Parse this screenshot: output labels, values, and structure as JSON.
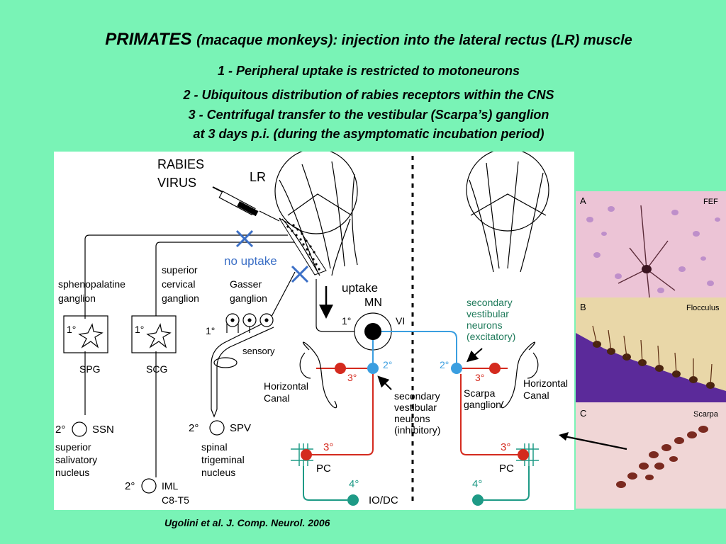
{
  "header": {
    "title_main": "PRIMATES",
    "title_sub": "(macaque monkeys): injection into the lateral rectus (LR) muscle",
    "line1": "1 - Peripheral uptake is restricted to motoneurons",
    "line2": "2 - Ubiquitous distribution of rabies receptors within the CNS",
    "line3": "3 - Centrifugal transfer to the vestibular (Scarpa’s) ganglion",
    "line4": "at 3 days p.i. (during the asymptomatic incubation period)"
  },
  "diagram": {
    "rabies": "RABIES",
    "virus": "VIRUS",
    "lr": "LR",
    "no_uptake": "no uptake",
    "uptake": "uptake",
    "mn": "MN",
    "vi": "VI",
    "first_deg": "1°",
    "second_deg": "2°",
    "third_deg": "3°",
    "fourth_deg": "4°",
    "spheno_1": "sphenopalatine",
    "spheno_2": "ganglion",
    "sup_cerv_1": "superior",
    "sup_cerv_2": "cervical",
    "sup_cerv_3": "ganglion",
    "gasser_1": "Gasser",
    "gasser_2": "ganglion",
    "spg": "SPG",
    "scg": "SCG",
    "sensory": "sensory",
    "ssn": "SSN",
    "ssn_1": "superior",
    "ssn_2": "salivatory",
    "ssn_3": "nucleus",
    "spv": "SPV",
    "spv_1": "spinal",
    "spv_2": "trigeminal",
    "spv_3": "nucleus",
    "iml": "IML",
    "c8t5": "C8-T5",
    "horiz": "Horizontal",
    "canal": "Canal",
    "inhib_1": "secondary",
    "inhib_2": "vestibular",
    "inhib_3": "neurons",
    "inhib_4": "(inhibitory)",
    "excit_1": "secondary",
    "excit_2": "vestibular",
    "excit_3": "neurons",
    "excit_4": "(excitatory)",
    "scarpa_1": "Scarpa",
    "scarpa_2": "ganglion",
    "pc": "PC",
    "iodc": "IO/DC"
  },
  "photos": {
    "a_letter": "A",
    "a_label": "FEF",
    "b_letter": "B",
    "b_label": "Flocculus",
    "c_letter": "C",
    "c_label": "Scarpa"
  },
  "citation": "Ugolini et al.  J. Comp. Neurol. 2006",
  "colors": {
    "background": "#79f3b6",
    "red_pathway": "#d42a1e",
    "blue_pathway": "#3a9ee0",
    "teal_pathway": "#1e9a86",
    "no_uptake_blue": "#3b6fc6"
  }
}
